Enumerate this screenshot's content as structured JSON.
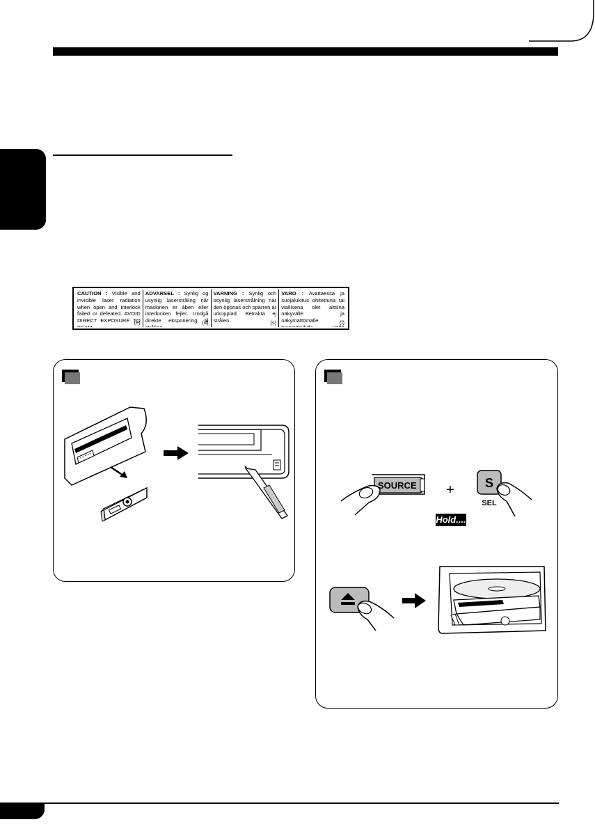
{
  "laser_label": {
    "cells": [
      {
        "heading": "CAUTION :",
        "body": "Visible and invisible laser radiation when open and interlock failed or defeated. AVOID DIRECT EXPOSURE TO BEAM.",
        "code": "(e)"
      },
      {
        "heading": "ADVARSEL :",
        "body": "Synlig og usynlig laserstråling når maskinen er åben eller interlocken fejler. Undgå direkte eksponering til stråling.",
        "code": "(d)"
      },
      {
        "heading": "VARNING :",
        "body": "Synlig och osynlig laserstrålning när den öppnas och spärren är urkopplad. Betrakta ej strålen.",
        "code": "(s)"
      },
      {
        "heading": "VARO :",
        "body": "Avattaessa ja suojalukitus ohitettuna tai viallisena olet alttiina näkyvälle ja näkymättömälle lasersäteilylle. Vältä säteen kohdistumista suoraan itseesi.",
        "code": "(f)"
      }
    ]
  },
  "illustrations": {
    "source_button": "SOURCE",
    "sel_button_letter": "S",
    "sel_button_label": "SEL",
    "plus": "+",
    "hold": "Hold...."
  }
}
